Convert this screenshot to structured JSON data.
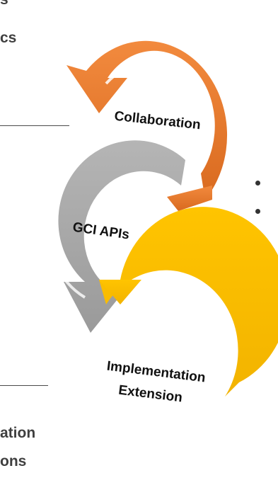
{
  "diagram": {
    "rings": [
      {
        "label": "Collaboration",
        "color": "#ED7D31"
      },
      {
        "label": "GCI APIs",
        "color": "#A6A6A6"
      },
      {
        "label_lines": [
          "Implementation",
          "Extension"
        ],
        "color": "#FFC000"
      }
    ]
  },
  "cropped_text": {
    "top_left_fragment_1": "s",
    "top_left_fragment_2": "cs",
    "bottom_left_fragment_1": "ation",
    "bottom_left_fragment_2": "ons"
  }
}
